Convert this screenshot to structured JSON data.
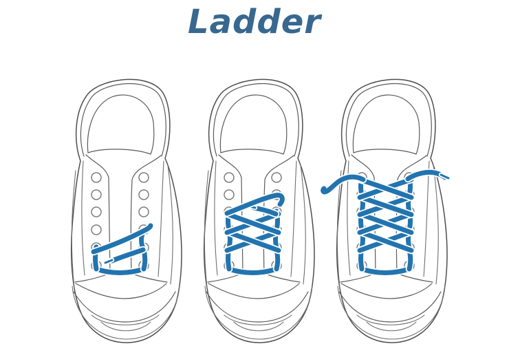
{
  "title": "Ladder",
  "colors": {
    "lace": "#2274AF",
    "title": "#38688F",
    "outline": "#4D4D4D",
    "background": "#FFFFFF"
  },
  "diagram": {
    "technique": "Ladder",
    "eyelet_rows_per_shoe": 6,
    "steps": [
      {
        "name": "step-1",
        "laced_eyelet_rows": 2
      },
      {
        "name": "step-2",
        "laced_eyelet_rows": 4
      },
      {
        "name": "step-3",
        "laced_eyelet_rows": 6
      }
    ]
  }
}
